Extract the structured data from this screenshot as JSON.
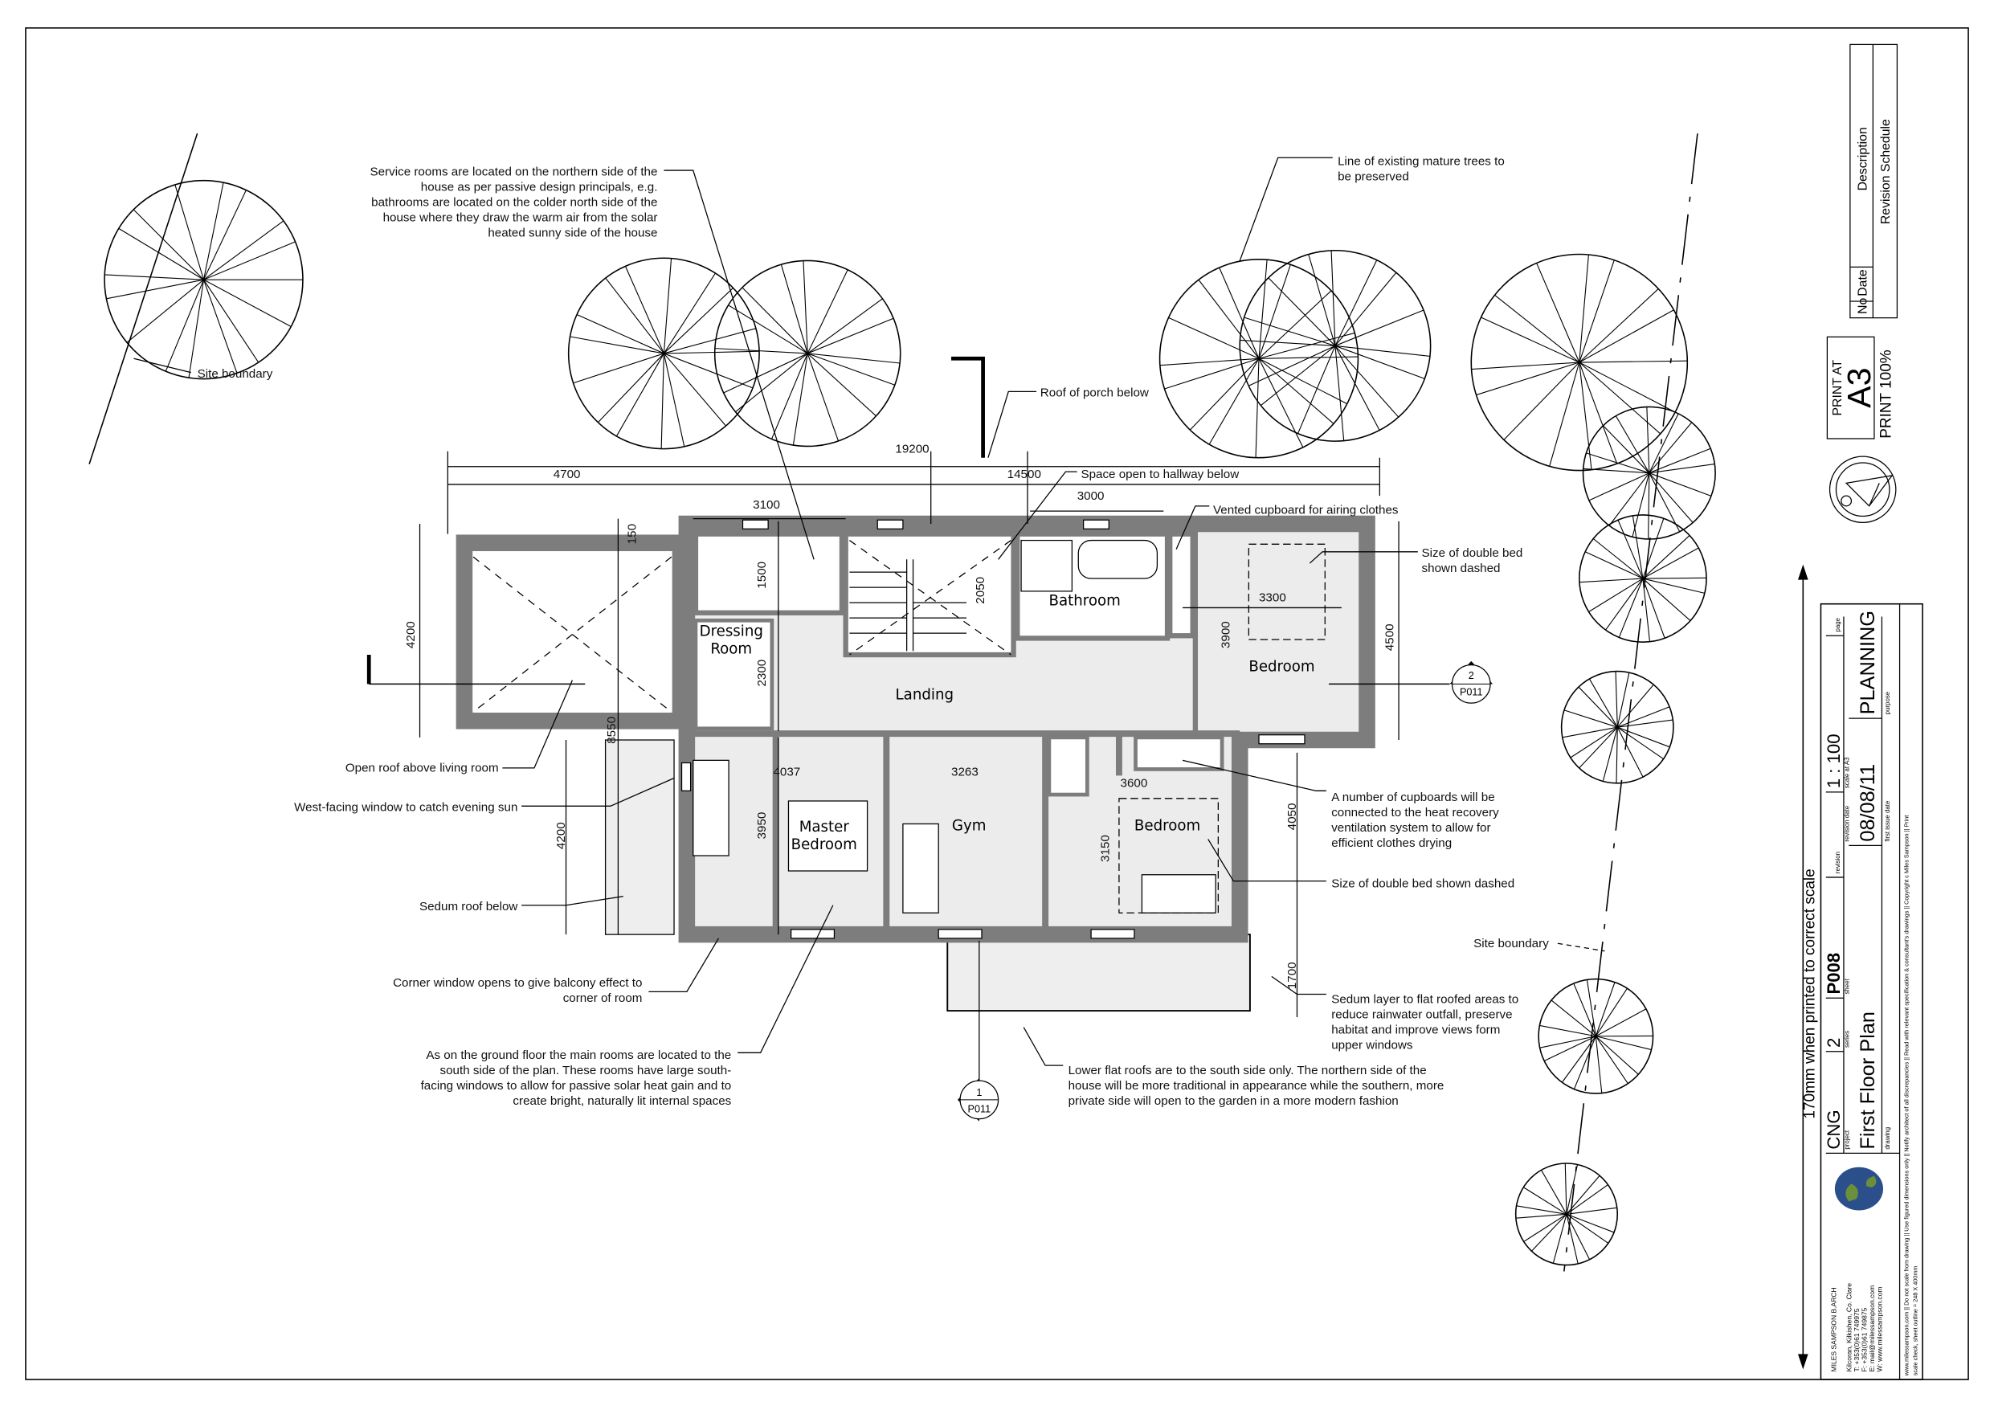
{
  "annotations": {
    "service_rooms": [
      "Service rooms are located on the northern side of the",
      "house as per passive design principals, e.g.",
      "bathrooms are located on the colder north side of the",
      "house where they draw the warm air from the solar",
      "heated sunny side of the house"
    ],
    "site_boundary_left": "Site boundary",
    "line_of_trees": [
      "Line of existing mature trees to",
      "be preserved"
    ],
    "roof_porch": "Roof of porch below",
    "space_open": "Space open  to hallway below",
    "vented_cupboard": "Vented cupboard for airing clothes",
    "double_bed_1": [
      "Size of double bed",
      "shown dashed"
    ],
    "open_roof": "Open roof above living room",
    "west_window": "West-facing window to catch evening sun",
    "sedum_roof": "Sedum roof below",
    "corner_window": [
      "Corner window opens to give balcony effect to",
      "corner of room"
    ],
    "main_rooms": [
      "As on the ground floor the main rooms are located to the",
      "south side of the plan. These rooms have large south-",
      "facing windows to allow for passive solar heat gain and to",
      "create bright, naturally lit internal spaces"
    ],
    "cupboards": [
      "A number of cupboards will be",
      "connected to the heat recovery",
      "ventilation system to allow for",
      "efficient clothes drying"
    ],
    "double_bed_2": "Size of double bed shown dashed",
    "site_boundary_right": "Site boundary",
    "sedum_layer": [
      "Sedum layer to flat roofed areas to",
      "reduce rainwater outfall, preserve",
      "habitat and improve views form",
      "upper windows"
    ],
    "lower_roofs": [
      "Lower flat roofs are to the south side only. The northern side of the",
      "house will be more traditional in appearance while the southern, more",
      "private side will open to the garden in a more modern fashion"
    ]
  },
  "rooms": {
    "dressing": [
      "Dressing",
      "Room"
    ],
    "landing": "Landing",
    "bathroom": "Bathroom",
    "bedroom_east": "Bedroom",
    "master": [
      "Master",
      "Bedroom"
    ],
    "gym": "Gym",
    "bedroom_south": "Bedroom"
  },
  "dimensions": {
    "overall": "19200",
    "living_width": "4700",
    "house_width": "14500",
    "dressing_width": "3100",
    "bathroom_width": "3000",
    "wall_150": "150",
    "ensuite_1500": "1500",
    "stair_2050": "2050",
    "dressing_2300": "2300",
    "living_depth": "4200",
    "east_depth": "4500",
    "bedroom_3900": "3900",
    "bedroom_3300": "3300",
    "sedum_8550": "8550",
    "master_4037": "4037",
    "gym_3263": "3263",
    "bedroom_3600": "3600",
    "master_3950": "3950",
    "sedum_4200": "4200",
    "bedroom_3150": "3150",
    "south_4050": "4050",
    "roof_1700": "1700"
  },
  "section_markers": [
    {
      "number": "2",
      "sheet": "P011"
    },
    {
      "number": "1",
      "sheet": "P011"
    }
  ],
  "revision_schedule": {
    "col_no": "No",
    "col_date": "Date",
    "col_description": "Description",
    "title": "Revision Schedule"
  },
  "print": {
    "print_at": "PRINT AT",
    "size": "A3",
    "print_percent": "PRINT 100%"
  },
  "scale_check": "170mm when printed to correct scale",
  "title_block": {
    "architect": "MILES SAMPSON B.ARCH",
    "address": [
      "Kilcoran, Kilkishen, Co. Clare",
      "T: +353(0)61 749975",
      "F: +353(0)61 749875",
      "E: mail@milessampson.com",
      "W: www.milessampson.com"
    ],
    "project": "CNG",
    "project_label": "project",
    "series": "2",
    "series_label": "series",
    "sheet": "P008",
    "sheet_label": "sheet",
    "revision_label": "revision",
    "revision_date_label": "revision date",
    "scale": "1 : 100",
    "scale_label": "scale at A3",
    "page_label": "page",
    "drawing": "First Floor Plan",
    "drawing_label": "drawing",
    "first_issue_date": "08/08/11",
    "first_issue_date_label": "first issue date",
    "purpose": "PLANNING",
    "purpose_label": "purpose",
    "footer": [
      "www.milessampson.com || Do not scale from drawing || Use figured dimensions only || Notify architect of all discrepancies || Read with relevant specification & consultant's drawings || Copyright c Miles Sampson || Print",
      "scale check, sheet outline = 248 X 400mm"
    ]
  }
}
